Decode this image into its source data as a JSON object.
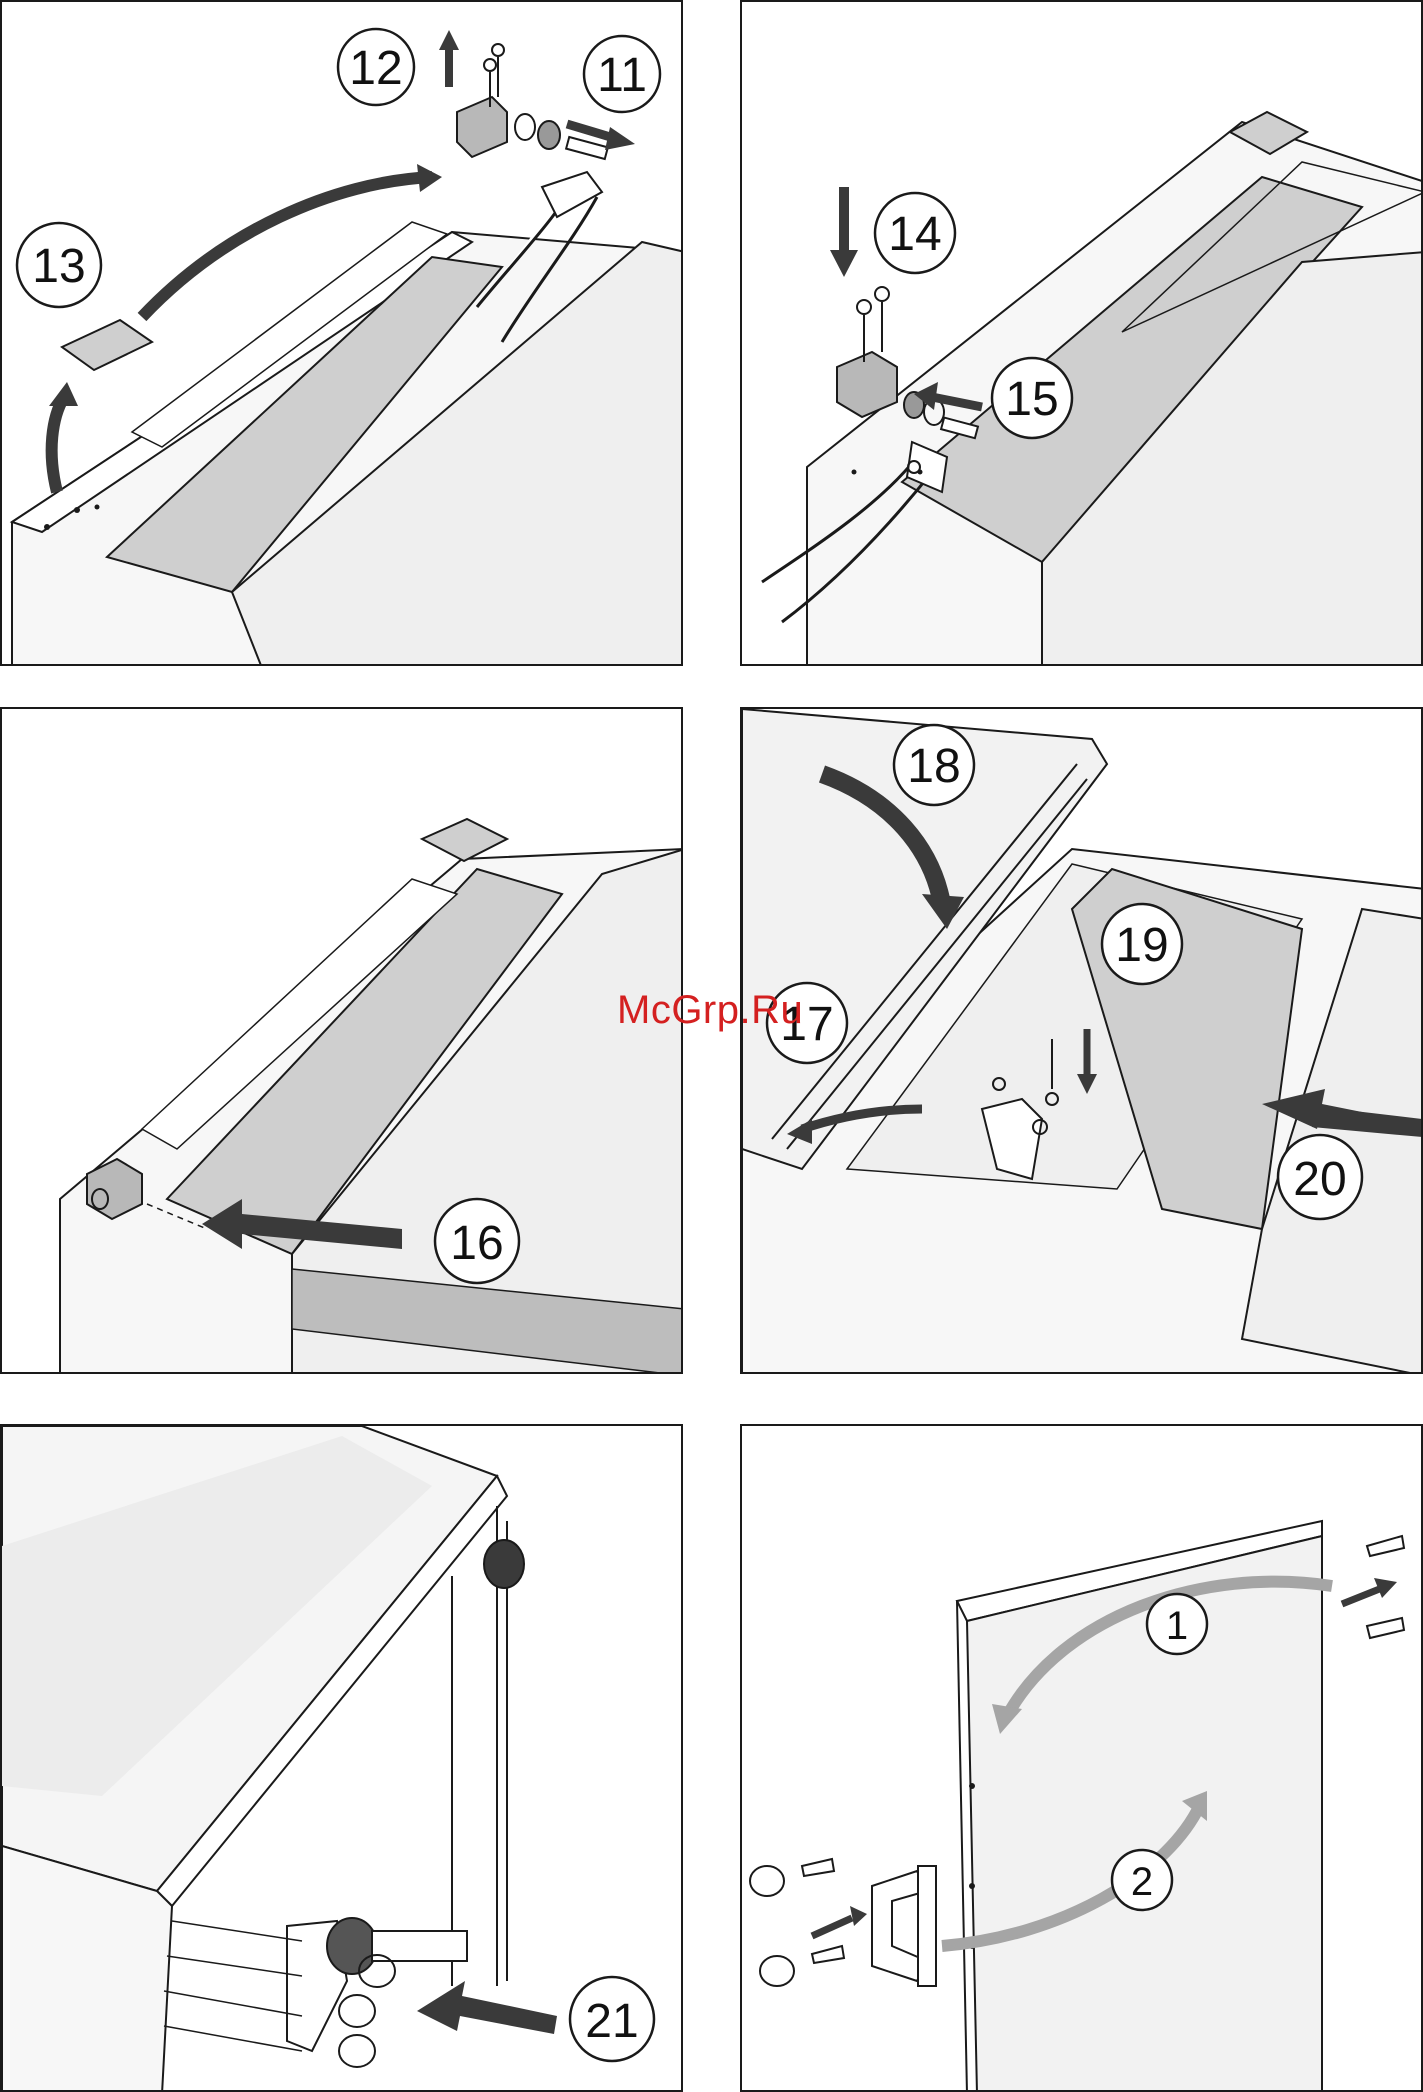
{
  "watermark": "McGrp.Ru",
  "colors": {
    "arrow": "#3a3a3a",
    "panel_grey": "#cfcfcf",
    "light_grey": "#ececec",
    "outline": "#1a1a1a",
    "watermark": "#d42020"
  },
  "panels": [
    {
      "steps": [
        "12",
        "11",
        "13"
      ]
    },
    {
      "steps": [
        "14",
        "15"
      ]
    },
    {
      "steps": [
        "16"
      ]
    },
    {
      "steps": [
        "18",
        "17",
        "19",
        "20"
      ]
    },
    {
      "steps": [
        "21"
      ]
    },
    {
      "steps": [
        "1",
        "2"
      ]
    }
  ]
}
